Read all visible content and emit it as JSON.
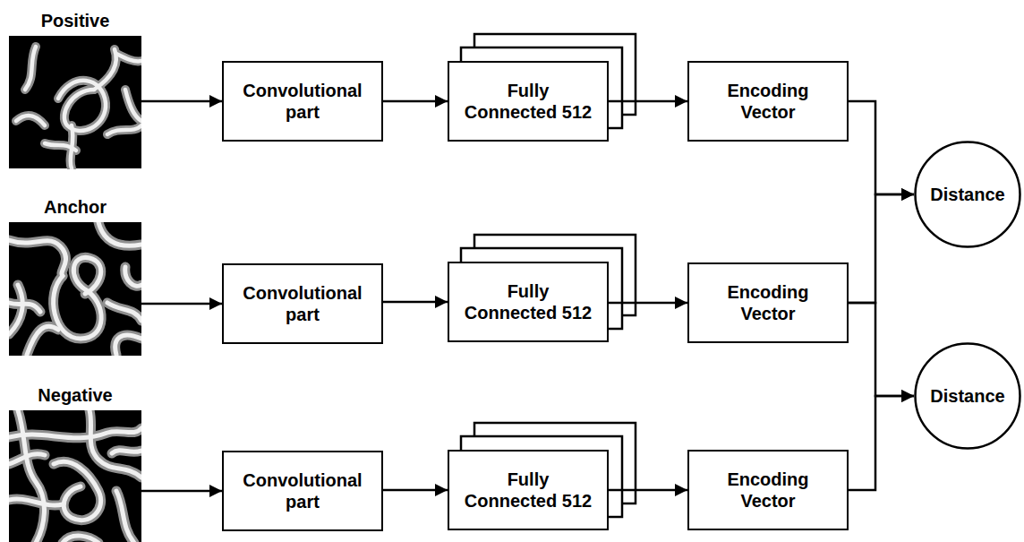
{
  "diagram": {
    "nodes": [
      {
        "text": [
          "Positive"
        ]
      },
      {
        "text": [
          "Convolutional part"
        ]
      },
      {
        "text": [
          "Fully Connected 512"
        ]
      },
      {
        "text": [
          "Encoding Vector"
        ]
      },
      {
        "text": [
          "Anchor"
        ]
      },
      {
        "text": [
          "Convolutional part"
        ]
      },
      {
        "text": [
          "Fully Connected 512"
        ]
      },
      {
        "text": [
          "Encoding Vector"
        ]
      },
      {
        "text": [
          "Negative"
        ]
      },
      {
        "text": [
          "Convolutional part"
        ]
      },
      {
        "text": [
          "Fully Connected 512"
        ]
      },
      {
        "text": [
          "Encoding Vector"
        ]
      },
      {
        "text": [
          "Distance"
        ]
      },
      {
        "text": [
          "Distance"
        ]
      }
    ],
    "edges": [
      {
        "from": 0,
        "to": 1,
        "arrow": "to"
      },
      {
        "from": 1,
        "to": 2,
        "arrow": "to"
      },
      {
        "from": 2,
        "to": 3,
        "arrow": "to"
      },
      {
        "from": 4,
        "to": 5,
        "arrow": "to"
      },
      {
        "from": 5,
        "to": 6,
        "arrow": "to"
      },
      {
        "from": 6,
        "to": 7,
        "arrow": "to"
      },
      {
        "from": 8,
        "to": 9,
        "arrow": "to"
      },
      {
        "from": 9,
        "to": 10,
        "arrow": "to"
      },
      {
        "from": 10,
        "to": 11,
        "arrow": "to"
      },
      {
        "from": 3,
        "to": 12,
        "arrow": "to"
      },
      {
        "from": 7,
        "to": 12,
        "arrow": "to"
      },
      {
        "from": 7,
        "to": 13,
        "arrow": "to"
      },
      {
        "from": 11,
        "to": 13,
        "arrow": "to"
      }
    ]
  }
}
